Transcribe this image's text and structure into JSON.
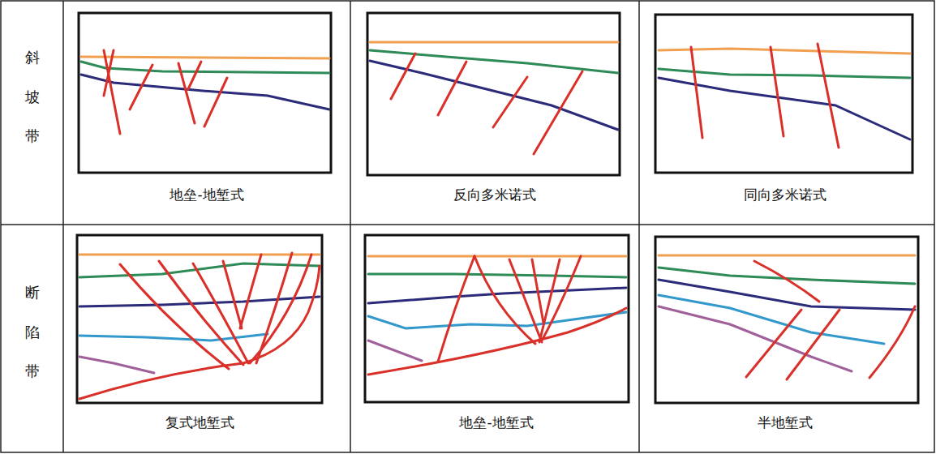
{
  "diagram": {
    "labels": [
      "斜坡带",
      "地垒-地堑式",
      "反向多米诺式",
      "同向多米诺式",
      "断陷带",
      "复式地堑式",
      "地垒-地堑式",
      "半地堑式"
    ]
  }
}
